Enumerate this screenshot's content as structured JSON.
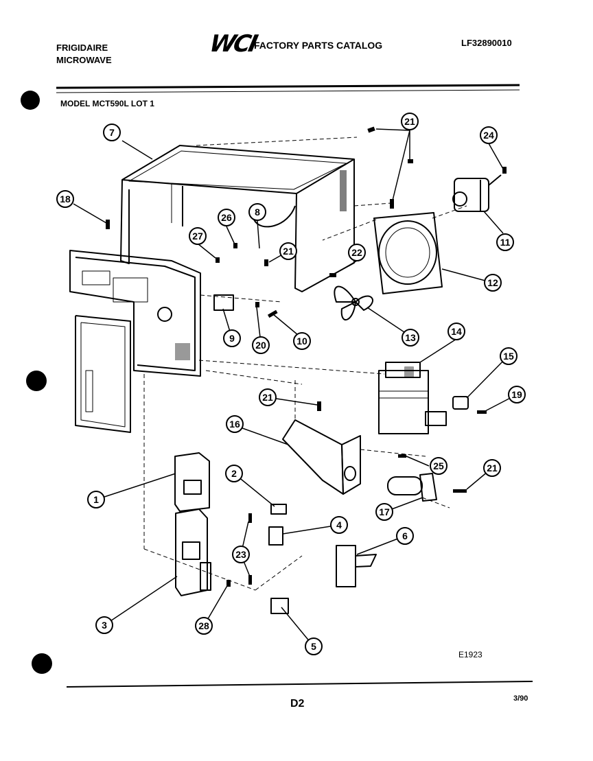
{
  "header": {
    "brand_line1": "FRIGIDAIRE",
    "brand_line2": "MICROWAVE",
    "logo_text": "WCI",
    "catalog_title": "FACTORY PARTS CATALOG",
    "catalog_number": "LF32890010",
    "model_line": "MODEL MCT590L LOT 1"
  },
  "footer": {
    "diagram_code": "E1923",
    "page_label": "D2",
    "date": "3/90"
  },
  "callouts": [
    "1",
    "2",
    "3",
    "4",
    "5",
    "6",
    "7",
    "8",
    "9",
    "10",
    "11",
    "12",
    "13",
    "14",
    "15",
    "16",
    "17",
    "18",
    "19",
    "20",
    "21",
    "21",
    "21",
    "21",
    "21",
    "22",
    "23",
    "24",
    "25",
    "26",
    "27",
    "28"
  ]
}
